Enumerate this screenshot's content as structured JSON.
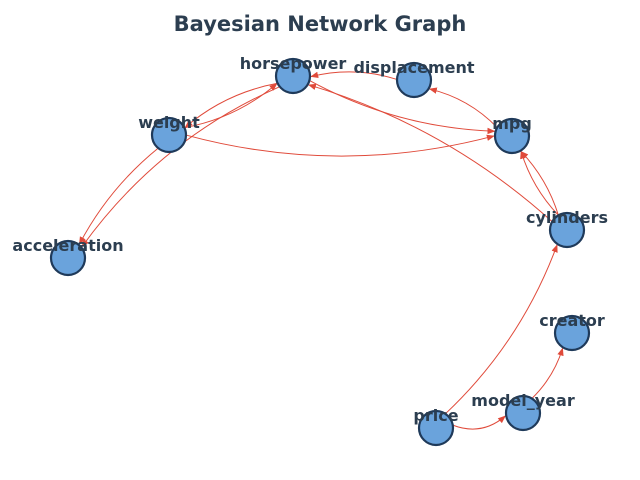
{
  "title": "Bayesian Network Graph",
  "colors": {
    "node_fill": "#6aa3dc",
    "node_stroke": "#1f3a5a",
    "edge": "#e04a3a",
    "text": "#2c3e50"
  },
  "nodes": [
    {
      "id": "horsepower",
      "label": "horsepower"
    },
    {
      "id": "displacement",
      "label": "displacement"
    },
    {
      "id": "weight",
      "label": "weight"
    },
    {
      "id": "mpg",
      "label": "mpg"
    },
    {
      "id": "cylinders",
      "label": "cylinders"
    },
    {
      "id": "acceleration",
      "label": "acceleration"
    },
    {
      "id": "creator",
      "label": "creator"
    },
    {
      "id": "model_year",
      "label": "model_year"
    },
    {
      "id": "price",
      "label": "price"
    }
  ],
  "edges": [
    {
      "from": "horsepower",
      "to": "weight"
    },
    {
      "from": "weight",
      "to": "horsepower"
    },
    {
      "from": "horsepower",
      "to": "acceleration"
    },
    {
      "from": "weight",
      "to": "acceleration"
    },
    {
      "from": "horsepower",
      "to": "mpg"
    },
    {
      "from": "weight",
      "to": "mpg"
    },
    {
      "from": "displacement",
      "to": "horsepower"
    },
    {
      "from": "mpg",
      "to": "displacement"
    },
    {
      "from": "cylinders",
      "to": "mpg"
    },
    {
      "from": "cylinders",
      "to": "horsepower"
    },
    {
      "from": "cylinders",
      "to": "mpg"
    },
    {
      "from": "price",
      "to": "cylinders"
    },
    {
      "from": "price",
      "to": "model_year"
    },
    {
      "from": "model_year",
      "to": "creator"
    }
  ]
}
